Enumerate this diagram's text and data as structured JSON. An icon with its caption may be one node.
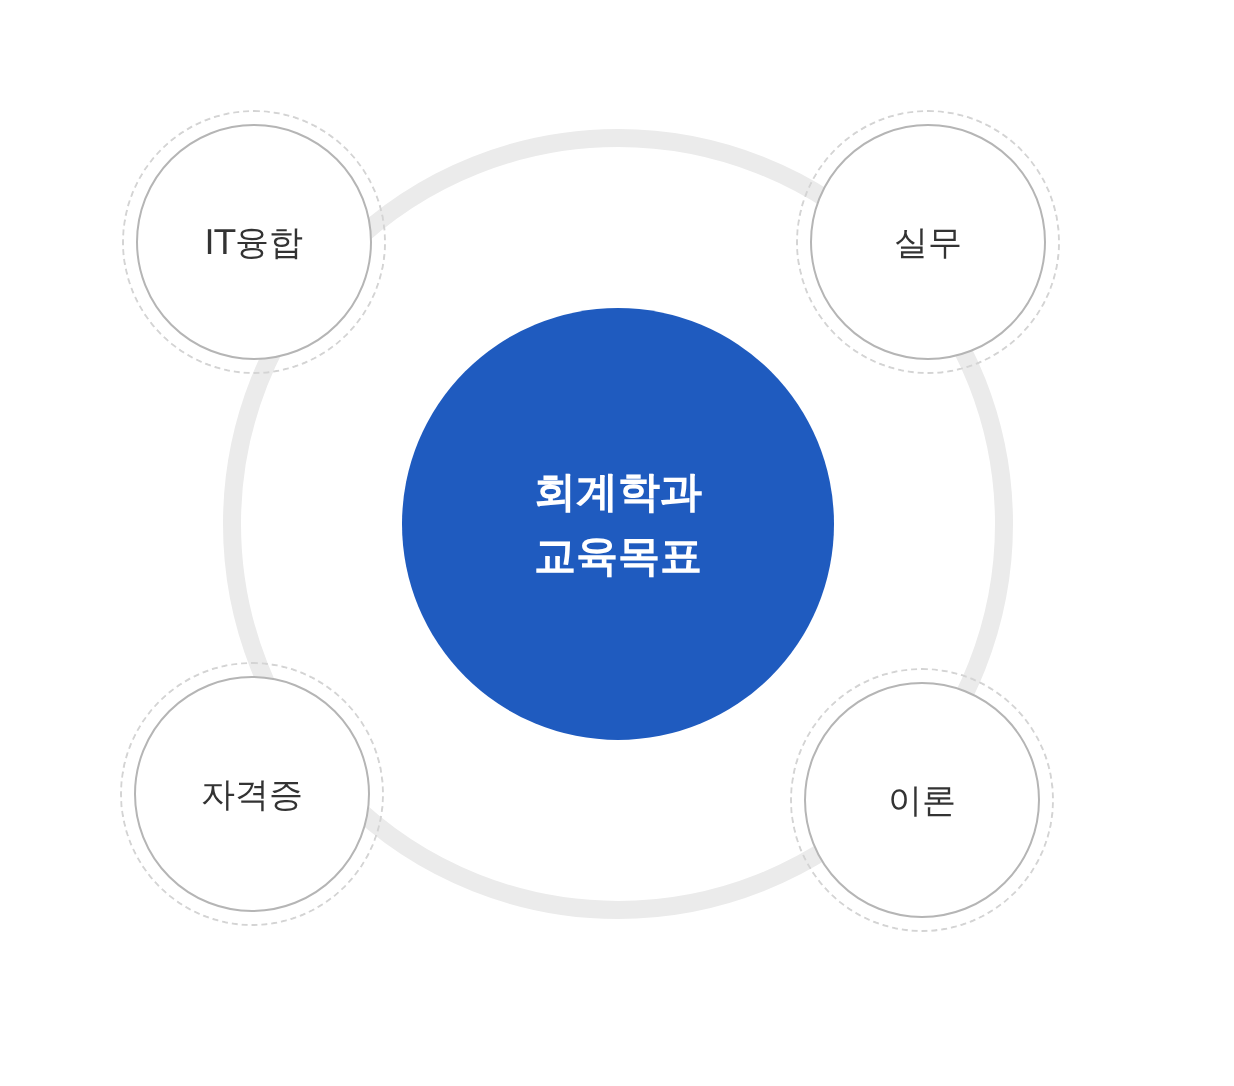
{
  "diagram": {
    "nodes": [
      {
        "text": [
          "회계학과 교육목표"
        ]
      },
      {
        "text": [
          "IT융합"
        ]
      },
      {
        "text": [
          "실무"
        ]
      },
      {
        "text": [
          "자격증"
        ]
      },
      {
        "text": [
          "이론"
        ]
      }
    ]
  }
}
